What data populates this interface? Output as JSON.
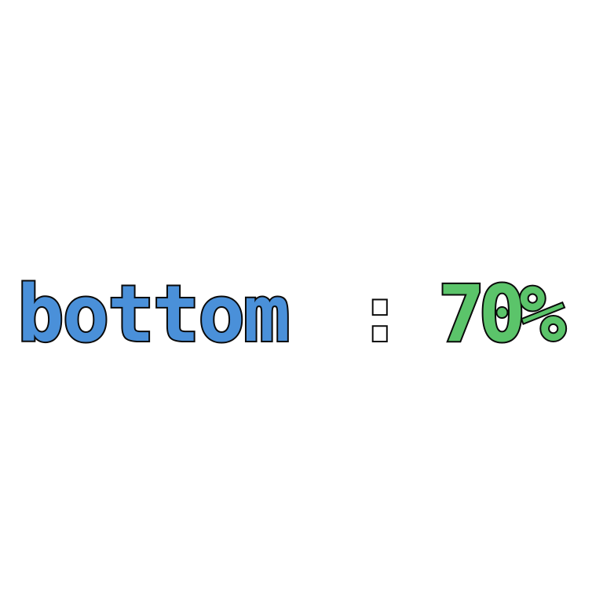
{
  "hud": {
    "label": "bottom",
    "separator": ":",
    "value": "70%",
    "value_fraction": 0.7
  },
  "colors": {
    "label": "#4a90d9",
    "value": "#5bc46a",
    "separator": "#ffffff",
    "outline": "#0a0a0a",
    "background": "#ffffff"
  }
}
